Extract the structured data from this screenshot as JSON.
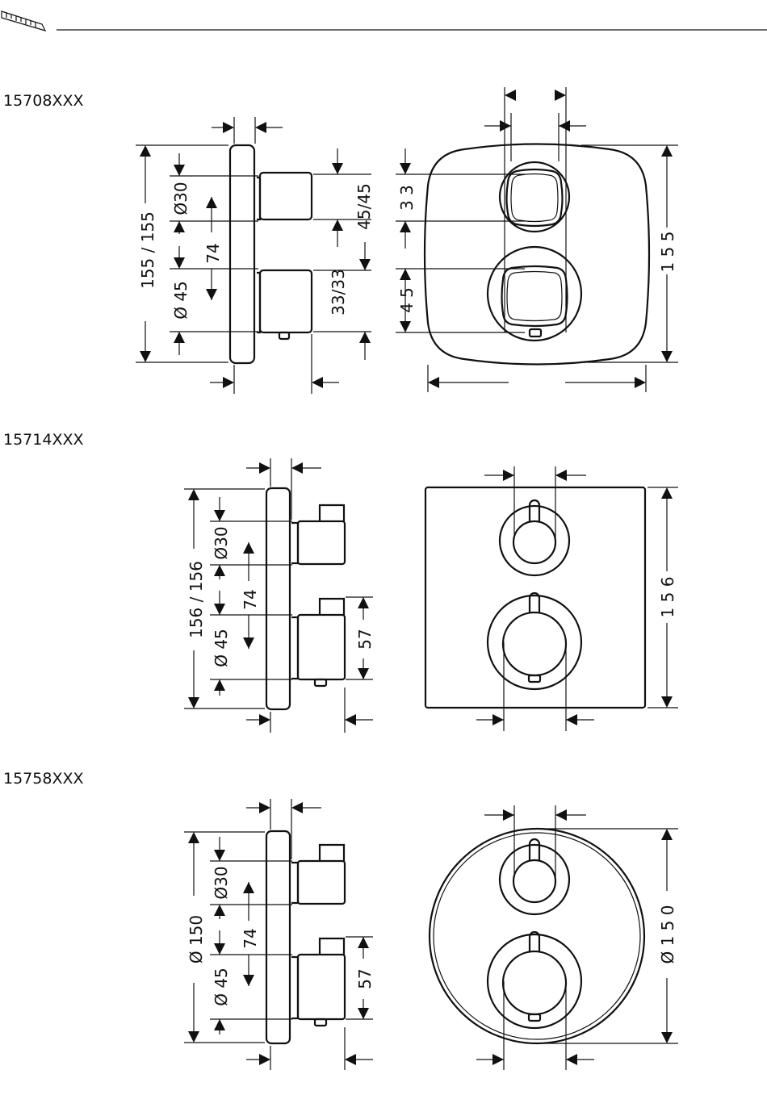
{
  "header": {
    "logo_icon": "ruler-logo-icon"
  },
  "models": [
    {
      "code": "15708XXX",
      "side": {
        "overall": "155 / 155",
        "d30": "Ø30",
        "spacing": "74",
        "d45": "Ø 45",
        "depth_top": "45/45",
        "depth_bottom": "33/33"
      },
      "front": {
        "top_knob": "3 3",
        "bottom_knob": "4 5",
        "height": "1 5 5"
      }
    },
    {
      "code": "15714XXX",
      "side": {
        "overall": "156 / 156",
        "d30": "Ø30",
        "spacing": "74",
        "d45": "Ø 45",
        "depth": "57"
      },
      "front": {
        "height": "1 5 6"
      }
    },
    {
      "code": "15758XXX",
      "side": {
        "overall": "Ø 150",
        "d30": "Ø30",
        "spacing": "74",
        "d45": "Ø 45",
        "depth": "57"
      },
      "front": {
        "diameter": "Ø 1 5 0"
      }
    }
  ]
}
